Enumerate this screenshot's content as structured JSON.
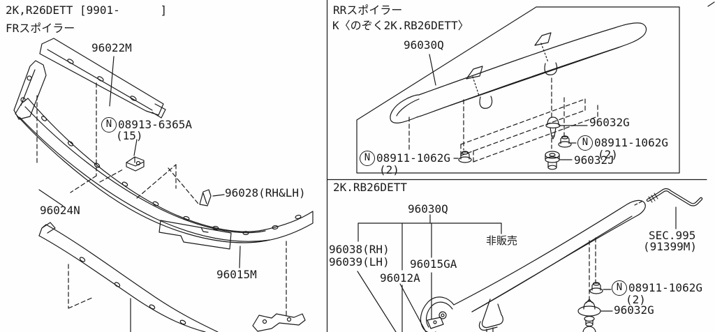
{
  "colors": {
    "line": "#1a1a1a",
    "background": "#fefefe"
  },
  "front_section": {
    "title_model": "2K,R26DETT [9901-      ]",
    "title_part": "FRスポイラー",
    "callouts": {
      "strip": "96022M",
      "screw_prefix": "N",
      "screw": "08913-6365A",
      "screw_qty": "(15)",
      "bracket": "96024N",
      "clip": "96028(RH&LH)",
      "spoiler": "96015M"
    }
  },
  "rear_k_section": {
    "title_part": "RRスポイラー",
    "title_model": "K〈のぞく2K.RB26DETT〉",
    "callouts": {
      "spoiler": "96030Q",
      "pin": "96032G",
      "nut_right_prefix": "N",
      "nut_right": "08911-1062G",
      "nut_right_qty": "(2)",
      "grommet": "96032J",
      "nut_left_prefix": "N",
      "nut_left": "08911-1062G",
      "nut_left_qty": "(2)"
    }
  },
  "rear_2k_section": {
    "title_model": "2K.RB26DETT",
    "callouts": {
      "spoiler": "96030Q",
      "not_sold": "非販売",
      "stay_rh": "96038(RH)",
      "stay_lh": "96039(LH)",
      "spoiler_sub": "96015GA",
      "bracket": "96012A",
      "sec_ref": "SEC.995",
      "sec_part": "(91399M)",
      "nut_prefix": "N",
      "nut": "08911-1062G",
      "nut_qty": "(2)",
      "pin": "96032G"
    }
  }
}
